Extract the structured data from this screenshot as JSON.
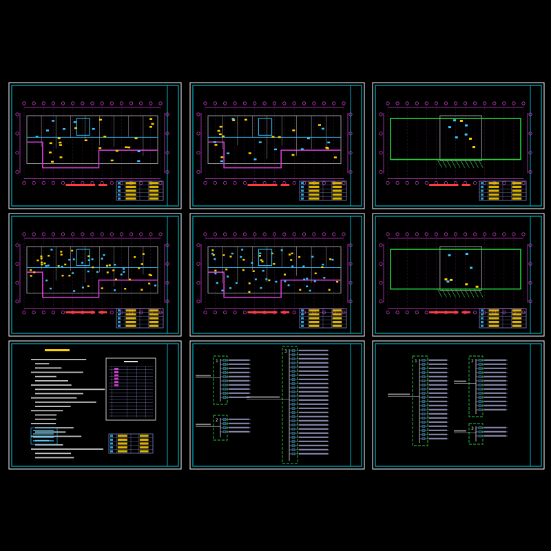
{
  "drawing_set": {
    "background": "#000000",
    "colors": {
      "sheet_border": "#ffffff",
      "frame": "#00b4c8",
      "axis": "#c83cc8",
      "wall": "#9a9a9a",
      "outline_magenta": "#d23cd2",
      "outline_green": "#23d23c",
      "device_cyan": "#35c8ff",
      "device_yellow": "#ffd200",
      "title_red": "#ff3c3c",
      "table_line": "#8282c8",
      "riser_text": "#c8c8ff"
    },
    "sheets": [
      {
        "id": "plan-1",
        "kind": "floor-plan"
      },
      {
        "id": "plan-2",
        "kind": "floor-plan"
      },
      {
        "id": "plan-3",
        "kind": "floor-plan"
      },
      {
        "id": "plan-4",
        "kind": "floor-plan"
      },
      {
        "id": "plan-5",
        "kind": "floor-plan"
      },
      {
        "id": "plan-6",
        "kind": "floor-plan"
      },
      {
        "id": "notes",
        "kind": "design-notes"
      },
      {
        "id": "riser-1",
        "kind": "distribution-diagram"
      },
      {
        "id": "riser-2",
        "kind": "distribution-diagram"
      }
    ],
    "riser_marks": {
      "riser_1": [
        "1",
        "2",
        "3"
      ],
      "riser_2": [
        "1",
        "2",
        "3"
      ]
    }
  }
}
